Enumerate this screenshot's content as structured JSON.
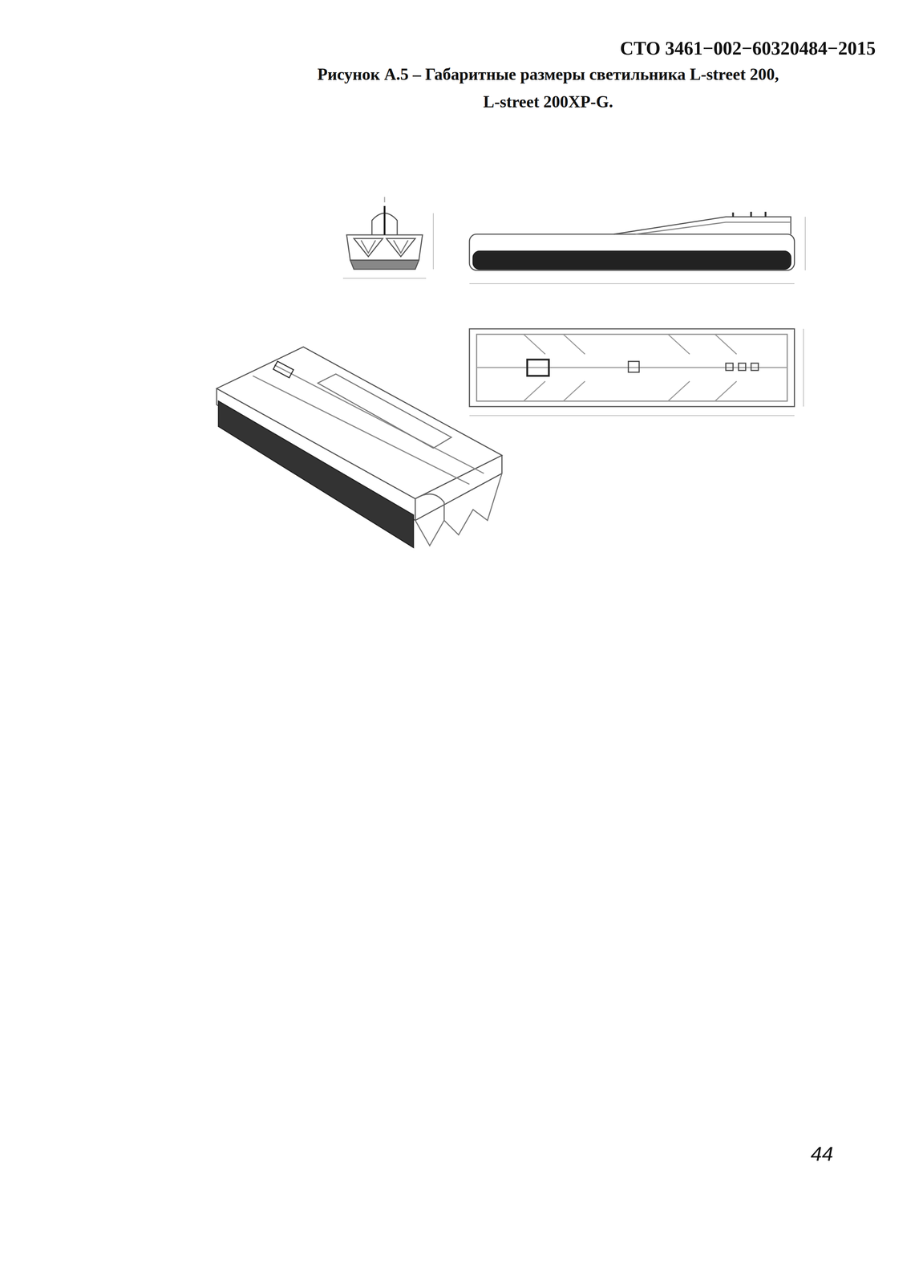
{
  "diagram": {
    "title": "Рисунок А.5 – Габаритные размеры светильника L-street 200, L-street 200XP-G.",
    "labels": [
      "СТО 3461−002−60320484−2015",
      "44"
    ]
  }
}
